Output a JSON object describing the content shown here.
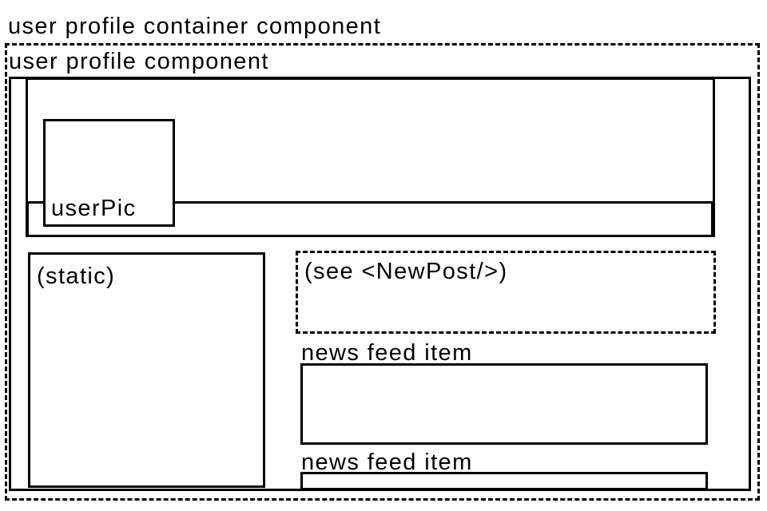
{
  "diagram": {
    "container_label": "user profile container component",
    "profile_label": "user profile component",
    "user_pic_label": "userPic",
    "static_label": "(static)",
    "new_post_label": "(see <NewPost/>)",
    "feed_items": [
      {
        "label": "news feed item"
      },
      {
        "label": "news feed item"
      }
    ]
  }
}
